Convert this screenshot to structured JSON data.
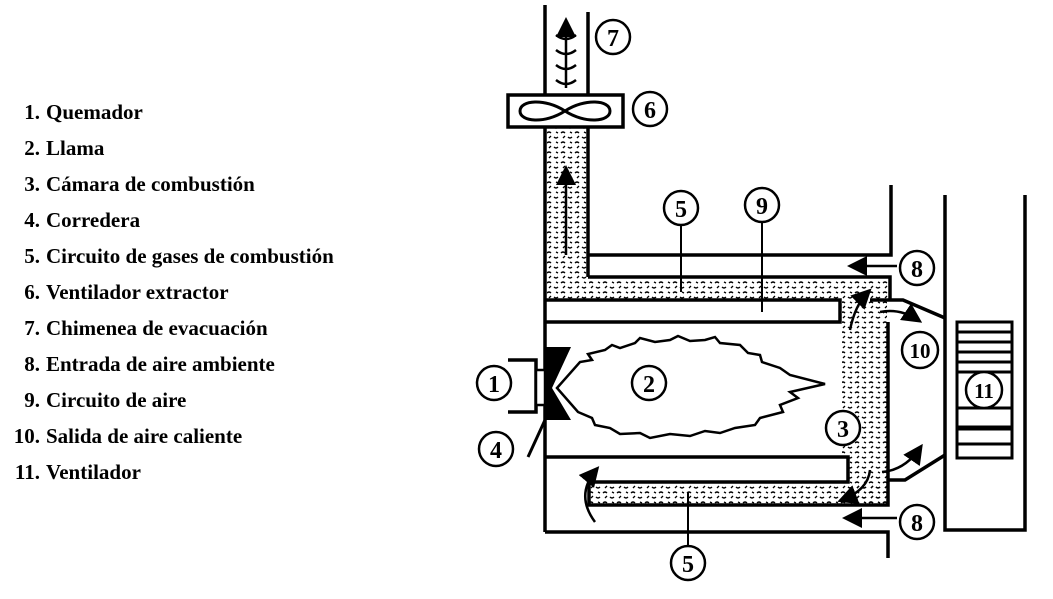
{
  "legend": [
    {
      "num": "1.",
      "label": "Quemador"
    },
    {
      "num": "2.",
      "label": "Llama"
    },
    {
      "num": "3.",
      "label": "Cámara de combustión"
    },
    {
      "num": "4.",
      "label": "Corredera"
    },
    {
      "num": "5.",
      "label": "Circuito de gases de combustión"
    },
    {
      "num": "6.",
      "label": "Ventilador extractor"
    },
    {
      "num": "7.",
      "label": "Chimenea de evacuación"
    },
    {
      "num": "8.",
      "label": "Entrada de aire ambiente"
    },
    {
      "num": "9.",
      "label": "Circuito de aire"
    },
    {
      "num": "10.",
      "label": "Salida de aire caliente"
    },
    {
      "num": "11.",
      "label": "Ventilador"
    }
  ],
  "callouts": {
    "c1": "1",
    "c2": "2",
    "c3": "3",
    "c4": "4",
    "c5a": "5",
    "c5b": "5",
    "c6": "6",
    "c7": "7",
    "c8a": "8",
    "c8b": "8",
    "c9": "9",
    "c10": "10",
    "c11": "11"
  },
  "colors": {
    "ink": "#000000",
    "background": "#ffffff"
  }
}
